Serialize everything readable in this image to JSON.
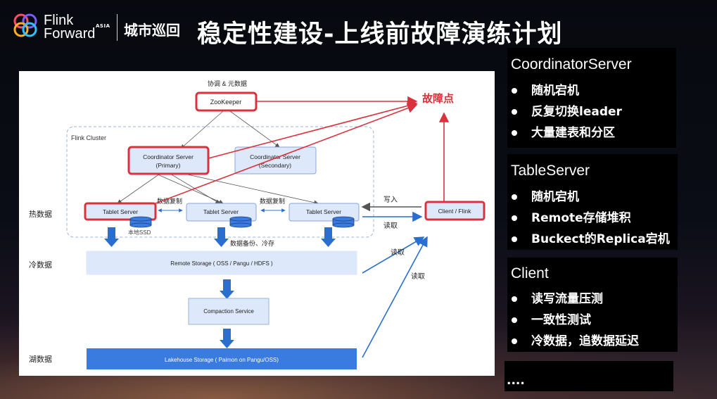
{
  "header": {
    "logo_line1": "Flink",
    "logo_line2": "Forward",
    "logo_tag": "ASIA",
    "city": "城市巡回",
    "title": "稳定性建设-上线前故障演练计划"
  },
  "diagram": {
    "top_label": "协调 & 元数据",
    "zookeeper": "ZooKeeper",
    "fault_label": "故障点",
    "cluster_label": "Flink Cluster",
    "coord_primary_l1": "Coordinator Server",
    "coord_primary_l2": "(Primary)",
    "coord_secondary_l1": "Coordinator Server",
    "coord_secondary_l2": "(Secondary)",
    "hot_label": "热数据",
    "tablet1": "Tablet Server",
    "tablet2": "Tablet Server",
    "tablet3": "Tablet Server",
    "replicate1": "数据复制",
    "replicate2": "数据复制",
    "local_ssd": "本地SSD",
    "write_label": "写入",
    "read_label1": "读取",
    "read_label2": "读取",
    "read_label3": "读取",
    "client": "Client / Flink",
    "backup_label": "数据备份、冷存",
    "cold_label": "冷数据",
    "remote_storage": "Remote Storage ( OSS / Pangu / HDFS )",
    "compaction": "Compaction Service",
    "lake_label": "湖数据",
    "lakehouse": "Lakehouse Storage  ( Paimon on Pangu/OSS)"
  },
  "colors": {
    "fault_red": "#d9323c",
    "box_fill": "#dde8fa",
    "box_stroke": "#8aa6d6",
    "arrow_blue": "#2a6fd0",
    "lake_blue": "#3a7be0"
  },
  "sidebar": {
    "coordinator": {
      "heading": "CoordinatorServer",
      "items": [
        "随机宕机",
        "反复切换leader",
        "大量建表和分区"
      ]
    },
    "tablet": {
      "heading": "TableServer",
      "items": [
        "随机宕机",
        "Remote存储堆积",
        "Buckect的Replica宕机"
      ]
    },
    "client": {
      "heading": "Client",
      "items": [
        "读写流量压测",
        "一致性测试",
        "冷数据，追数据延迟"
      ]
    },
    "more": "...."
  }
}
